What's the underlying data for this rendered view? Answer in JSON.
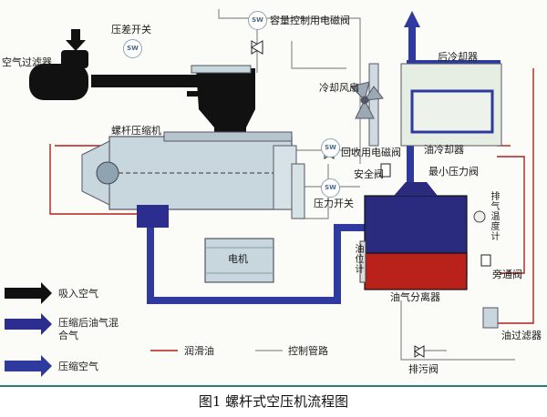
{
  "figure": {
    "caption": "图1  螺杆式空压机流程图"
  },
  "components": {
    "air_filter": "空气过滤器",
    "pressure_diff_switch": "压差开关",
    "capacity_valve": "容量控制用电磁阀",
    "after_cooler": "后冷却器",
    "cooling_fan": "冷却风扇",
    "screw_compressor": "螺杆压缩机",
    "oil_cooler": "油冷却器",
    "recovery_valve": "回收用电磁阀",
    "min_pressure_valve": "最小压力阀",
    "safety_valve": "安全阀",
    "pressure_switch": "压力开关",
    "exhaust_temp_gauge": "排气温度计",
    "oil_level_gauge": "油位计",
    "motor": "电机",
    "bypass_valve": "旁通阀",
    "oil_separator": "油气分离器",
    "oil_filter": "油过滤器",
    "drain_valve": "排污阀",
    "sw_label": "SW"
  },
  "legend": {
    "intake_air": "吸入空气",
    "compressed_mix": "压缩后油气混合气",
    "compressed_air": "压缩空气",
    "lube_oil": "润滑油",
    "control_line": "控制管路"
  },
  "colors": {
    "intake": "#111111",
    "mixture": "#2b2e8f",
    "air_out": "#2f3a9e",
    "oil": "#b3201a",
    "control": "#8d8d8d",
    "tank_top": "#2a2a7e",
    "tank_oil": "#b8221b",
    "cooler_fill": "#e6ede3",
    "machine": "#c8d6dd"
  }
}
